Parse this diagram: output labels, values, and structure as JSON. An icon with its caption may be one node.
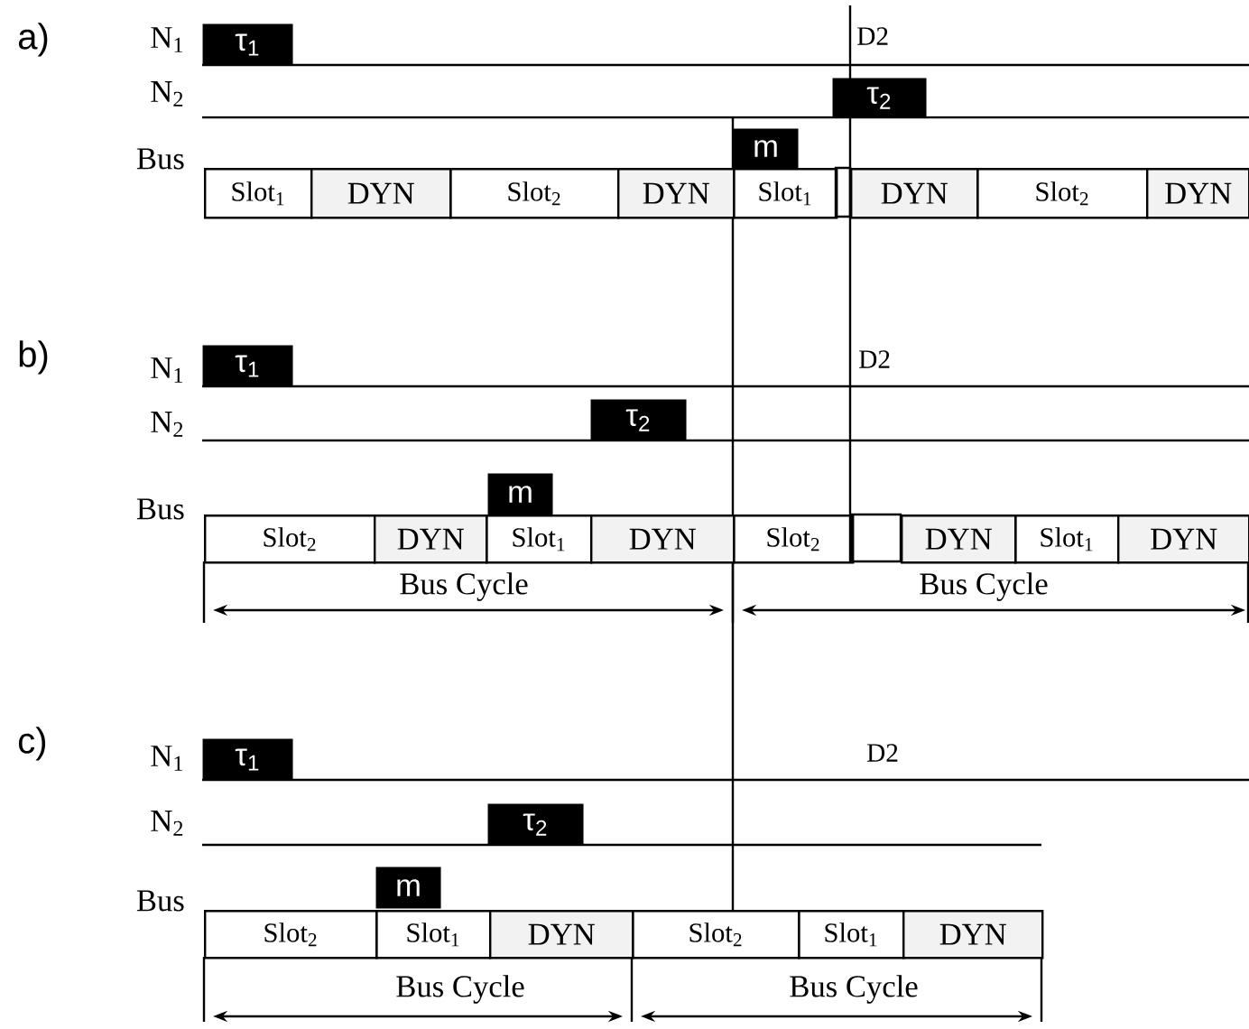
{
  "diagram": {
    "nodes": [
      {
        "text": [
          "τ$_{1}$"
        ]
      },
      {
        "text": [
          "τ$_{2}$"
        ]
      },
      {
        "text": [
          "m"
        ]
      },
      {
        "text": [
          "Slot$_{1}$"
        ]
      },
      {
        "text": [
          "DYN"
        ]
      },
      {
        "text": [
          "Slot$_{2}$"
        ]
      },
      {
        "text": [
          "DYN"
        ]
      },
      {
        "text": [
          "Slot$_{1}$"
        ]
      },
      {
        "text": [
          "DYN"
        ]
      },
      {
        "text": [
          "Slot$_{2}$"
        ]
      },
      {
        "text": [
          "DYN"
        ]
      },
      {
        "text": [
          "τ$_{1}$"
        ]
      },
      {
        "text": [
          "τ$_{2}$"
        ]
      },
      {
        "text": [
          "m"
        ]
      },
      {
        "text": [
          "Slot$_{2}$"
        ]
      },
      {
        "text": [
          "DYN"
        ]
      },
      {
        "text": [
          "Slot$_{1}$"
        ]
      },
      {
        "text": [
          "DYN"
        ]
      },
      {
        "text": [
          "Slot$_{2}$"
        ]
      },
      {
        "text": [
          "DYN"
        ]
      },
      {
        "text": [
          "Slot$_{1}$"
        ]
      },
      {
        "text": [
          "DYN"
        ]
      },
      {
        "text": [
          "τ$_{1}$"
        ]
      },
      {
        "text": [
          "τ$_{2}$"
        ]
      },
      {
        "text": [
          "m"
        ]
      },
      {
        "text": [
          "Slot$_{2}$"
        ]
      },
      {
        "text": [
          "Slot$_{1}$"
        ]
      },
      {
        "text": [
          "DYN"
        ]
      },
      {
        "text": [
          "Slot$_{2}$"
        ]
      },
      {
        "text": [
          "Slot$_{1}$"
        ]
      },
      {
        "text": [
          "DYN"
        ]
      }
    ],
    "labels": [
      "a)",
      "N$_{1}$",
      "D2",
      "N$_{2}$",
      "Bus",
      "b)",
      "N$_{1}$",
      "D2",
      "N$_{2}$",
      "Bus",
      "Bus Cycle",
      "Bus Cycle",
      "c)",
      "N$_{1}$",
      "D2",
      "N$_{2}$",
      "Bus",
      "Bus Cycle",
      "Bus Cycle"
    ]
  }
}
